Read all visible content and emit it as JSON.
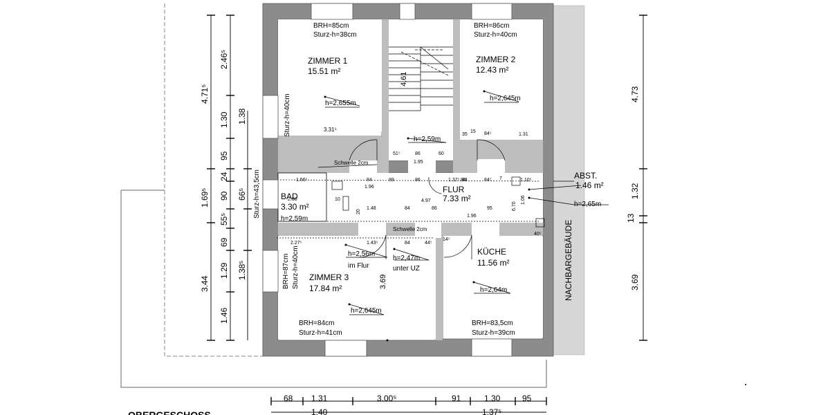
{
  "rooms": {
    "zimmer1": {
      "name": "ZIMMER 1",
      "area": "15.51 m²",
      "height": "h=2,655m",
      "brh": "BRH=85cm",
      "sturz": "Sturz-h=38cm",
      "sturz_side": "Sturz-h=40cm",
      "dim": "3.31⁵"
    },
    "zimmer2": {
      "name": "ZIMMER 2",
      "area": "12.43 m²",
      "height": "h=2,645m",
      "brh": "BRH=86cm",
      "sturz": "Sturz-h=40cm"
    },
    "zimmer3": {
      "name": "ZIMMER 3",
      "area": "17.84 m²",
      "height": "h=2,645m",
      "brh": "BRH=84cm",
      "sturz": "Sturz-h=41cm",
      "brh_side": "BRH=87cm",
      "sturz_side": "Sturz-h=40cm"
    },
    "bad": {
      "name": "BAD",
      "area": "3.30 m²",
      "height": "h=2,59m"
    },
    "flur": {
      "name": "FLUR",
      "area": "7.33 m²",
      "height": "h=2,56m",
      "height_note": "im Flur",
      "height2": "h=2,47m",
      "height2_note": "unter UZ",
      "schwelle_top": "Schwelle 2cm",
      "schwelle_bottom": "Schwelle 2cm"
    },
    "kueche": {
      "name": "KÜCHE",
      "area": "11.56 m²",
      "height": "h=2,64m",
      "brh": "BRH=83,5cm",
      "sturz": "Sturz-h=39cm"
    },
    "abst": {
      "name": "ABST.",
      "area": "1.46 m²",
      "height": "h=2,65m"
    },
    "stair": {
      "height": "h=2,59m",
      "length": "4.61"
    }
  },
  "labels": {
    "neighbor": "NACHBARGEBÄUDE",
    "floor": "OBERGESCHOSS",
    "bad_side": "Sturz-h=43,5cm",
    "z3_width": "3.69"
  },
  "dims": {
    "left_outer": [
      "4.71⁵",
      "1.69⁵",
      "3.44"
    ],
    "left_mid": [
      "2.46⁵",
      "1.30",
      "95",
      "24",
      "90",
      "55⁵",
      "69",
      "1.29",
      "1.46"
    ],
    "left_inner": [
      "1.38",
      "66⁵",
      "1.38⁵"
    ],
    "right": [
      "4.73",
      "1.32",
      "13",
      "3.69"
    ],
    "bottom_row1": [
      "68",
      "1.31",
      "3.00⁵",
      "91",
      "1.30",
      "95"
    ],
    "bottom_row2": [
      "1.40",
      "1.37⁵"
    ],
    "interior": [
      "1.56⁵",
      "2.08",
      "10",
      "1.48",
      "84",
      "84",
      "86",
      "95",
      "1.96",
      "1.96",
      "4.97",
      "1.37⁵",
      "84⁵",
      "7",
      "1.10⁵",
      "6.70",
      "1.06",
      "35",
      "15",
      "84⁵",
      "1.31",
      "51⁵",
      "86",
      "60",
      "1.95",
      "2.27⁵",
      "1.43⁵",
      "84",
      "44⁵",
      "14⁵",
      "86",
      "40⁵",
      "20",
      "84",
      "89",
      "86"
    ]
  }
}
